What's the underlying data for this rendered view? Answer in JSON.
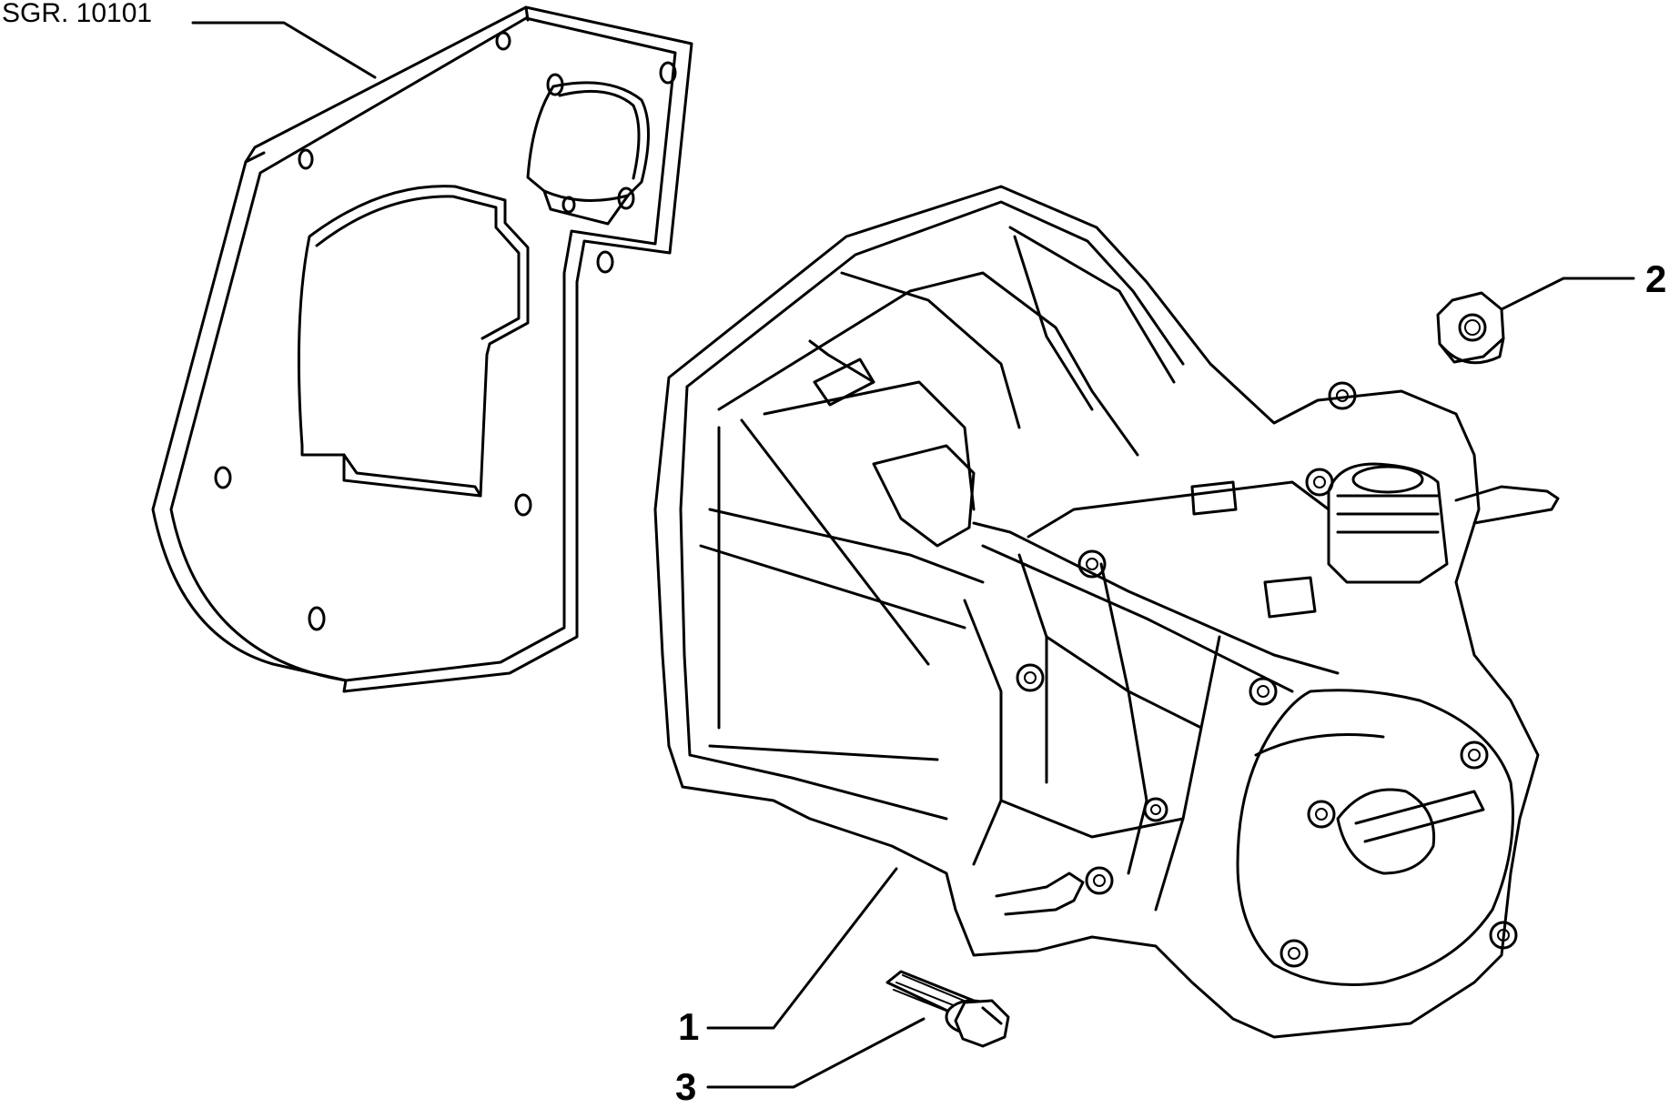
{
  "diagram": {
    "reference_code": "SGR. 10101",
    "callouts": [
      {
        "number": "1",
        "part": "gearbox-housing"
      },
      {
        "number": "2",
        "part": "flange-nut"
      },
      {
        "number": "3",
        "part": "flange-bolt"
      }
    ]
  },
  "colors": {
    "ink": "#000000",
    "paper": "#ffffff"
  }
}
